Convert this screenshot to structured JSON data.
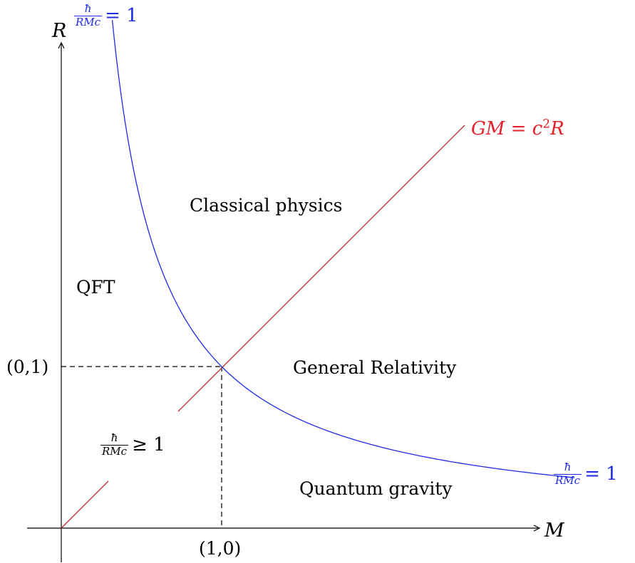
{
  "axes": {
    "x_label": "M",
    "y_label": "R",
    "x_tick_label": "(1,0)",
    "y_tick_label": "(0,1)"
  },
  "regions": {
    "qft": "QFT",
    "classical": "Classical physics",
    "general_relativity": "General Relativity",
    "quantum_gravity": "Quantum gravity"
  },
  "equations": {
    "compton_top": {
      "numerator": "ħ",
      "denominator": "RMc",
      "relation": "= 1"
    },
    "compton_right": {
      "numerator": "ħ",
      "denominator": "RMc",
      "relation": "= 1"
    },
    "compton_inequality": {
      "numerator": "ħ",
      "denominator": "RMc",
      "relation": "≥ 1"
    },
    "schwarzschild": {
      "lhs": "GM = c",
      "exponent": "2",
      "rhs": "R"
    }
  },
  "colors": {
    "compton_curve": "#1f2be6",
    "schwarzschild_line": "#c0282f",
    "schwarzschild_label": "#e8202a",
    "axes": "#000000",
    "guides": "#000000"
  },
  "icons": {
    "x_axis_arrow": "arrow-right",
    "y_axis_arrow": "arrow-up"
  }
}
